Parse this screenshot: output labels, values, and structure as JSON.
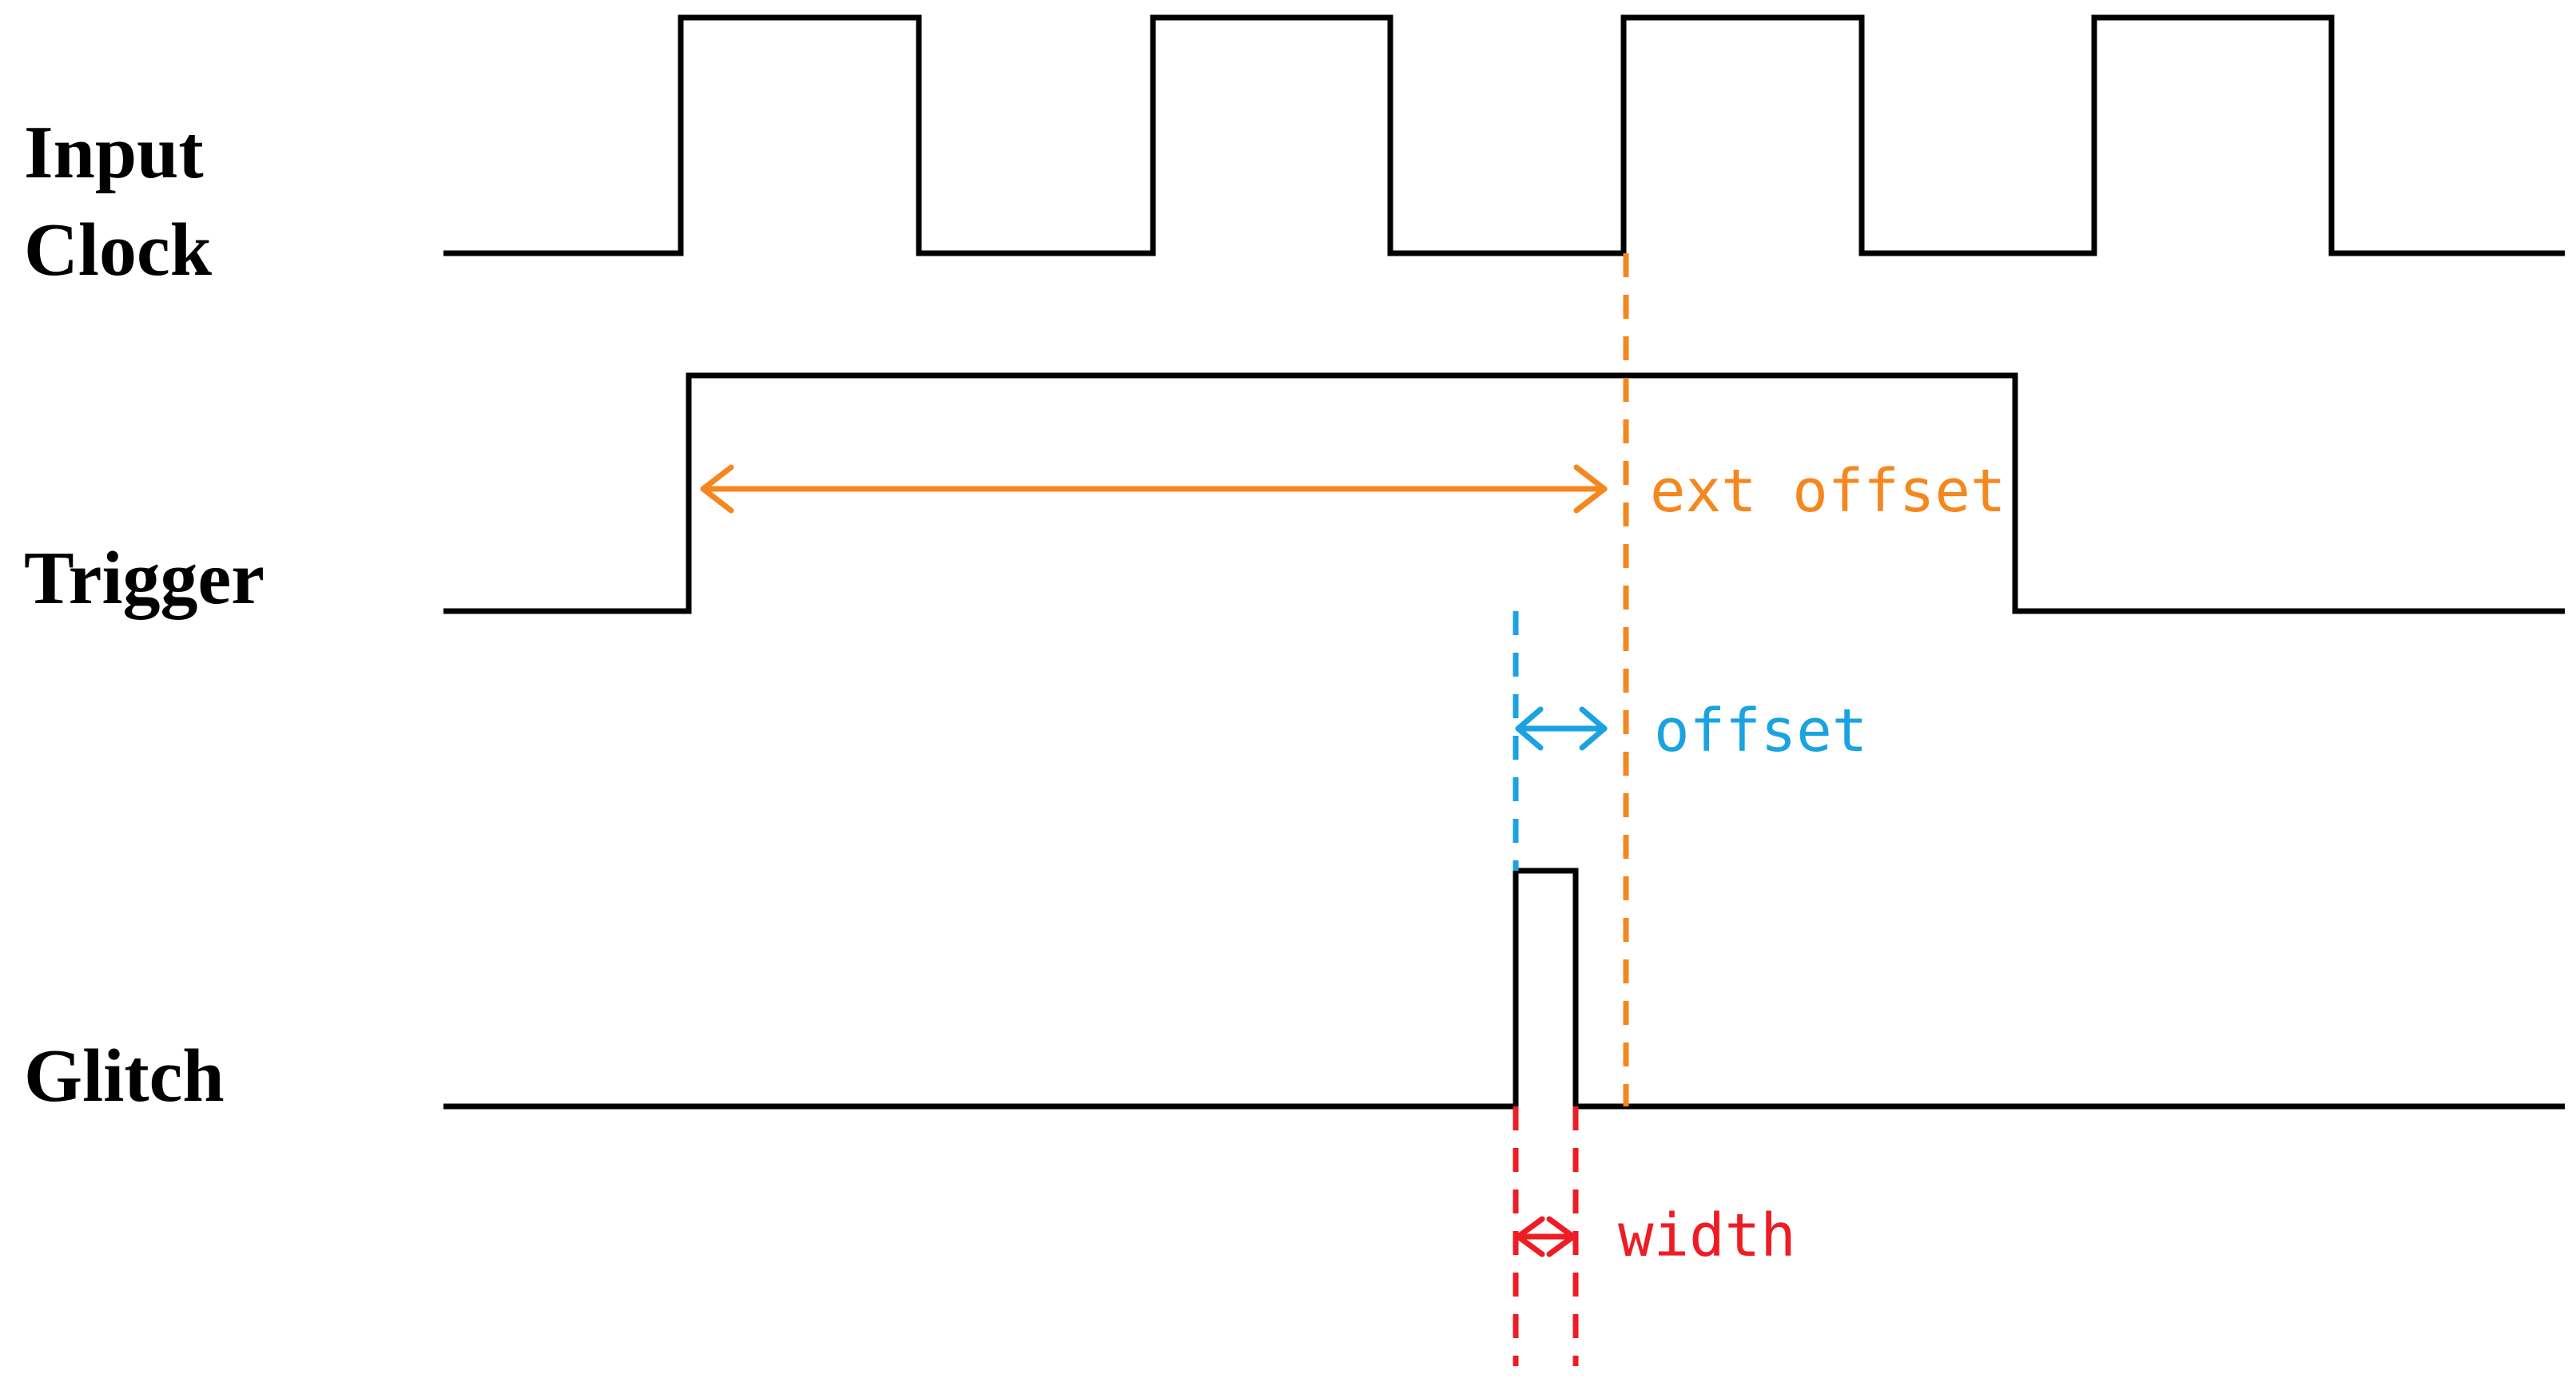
{
  "labels": {
    "input_clock_line1": "Input",
    "input_clock_line2": "Clock",
    "trigger": "Trigger",
    "glitch": "Glitch"
  },
  "annotations": {
    "ext_offset": "ext offset",
    "offset": "offset",
    "width": "width"
  },
  "colors": {
    "signal": "#000000",
    "ext_offset": "#f5871f",
    "offset": "#1aa3e0",
    "width": "#ee1c24"
  }
}
